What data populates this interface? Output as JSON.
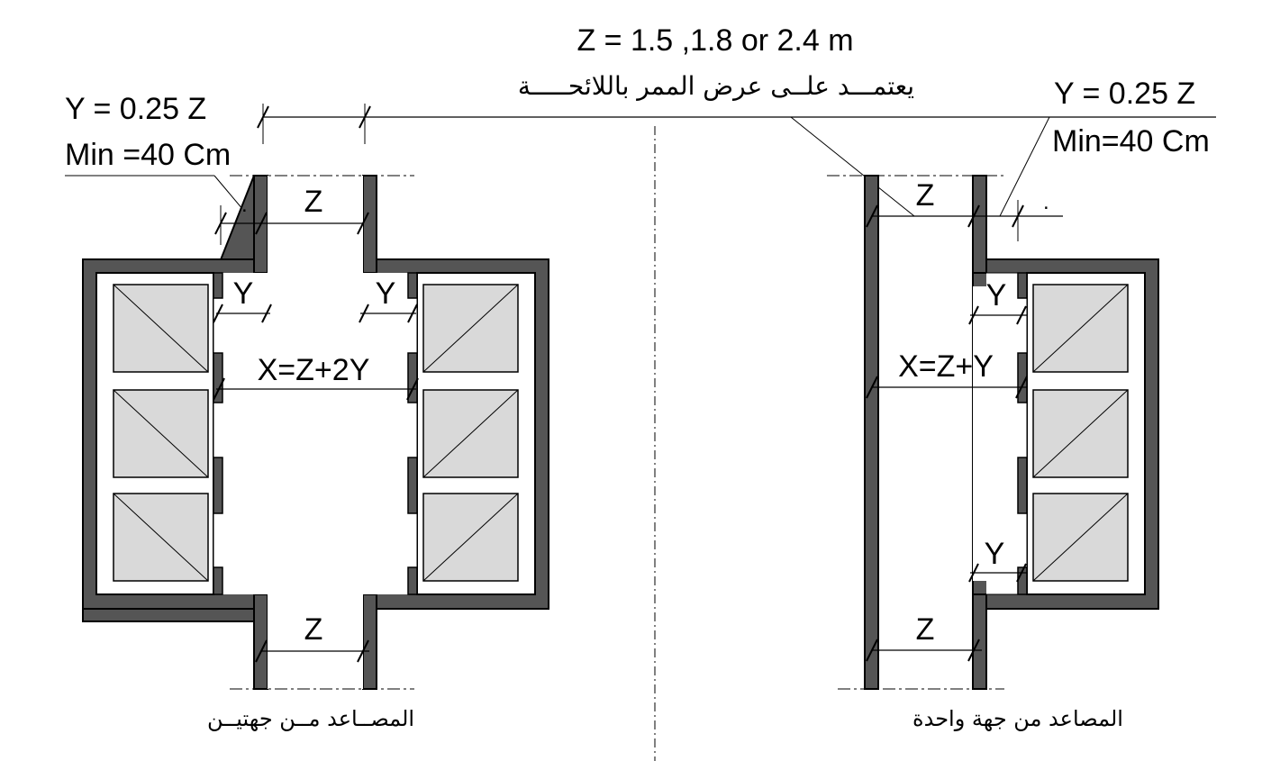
{
  "labels": {
    "z_formula": "Z = 1.5 ,1.8 or 2.4 m",
    "arabic_caption": "يعتمـــد علــى عرض الممر باللائحـــــة",
    "y_left": "Y = 0.25 Z",
    "min_left": "Min =40 Cm",
    "y_right": "Y = 0.25 Z",
    "min_right": "Min=40 Cm",
    "z": "Z",
    "y": "Y",
    "x_two_sides": "X=Z+2Y",
    "x_one_side": "X=Z+Y",
    "dot": ".",
    "caption_two_sides": "المصــاعد مــن جهتيــن",
    "caption_one_side": "المصاعد من جهة واحدة"
  },
  "colors": {
    "wall": "#555555",
    "car": "#d9d9d9",
    "line": "#000000"
  }
}
